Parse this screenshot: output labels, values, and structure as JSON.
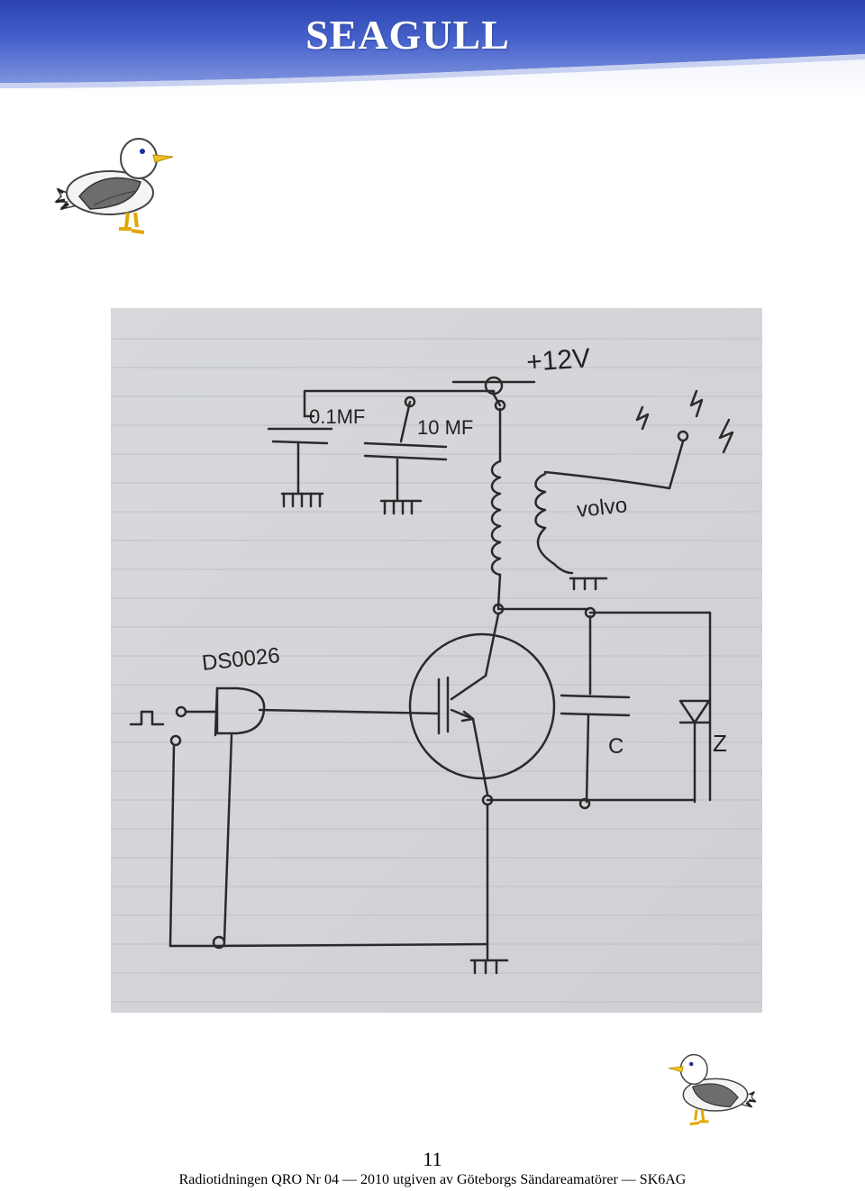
{
  "header": {
    "title": "SEAGULL",
    "bar_color": "#3d5bc4",
    "bar_light": "#8fa2e6"
  },
  "schematic": {
    "supply_label": "+12V",
    "cap1_label": "0.1MF",
    "cap2_label": "10 MF",
    "coil_label": "volvo",
    "ic_label": "DS0026",
    "cap_c_label": "C",
    "zener_label": "Z"
  },
  "page": {
    "number": "11"
  },
  "footer": {
    "text": "Radiotidningen QRO Nr 04 — 2010 utgiven av Göteborgs Sändareamatörer — SK6AG"
  }
}
